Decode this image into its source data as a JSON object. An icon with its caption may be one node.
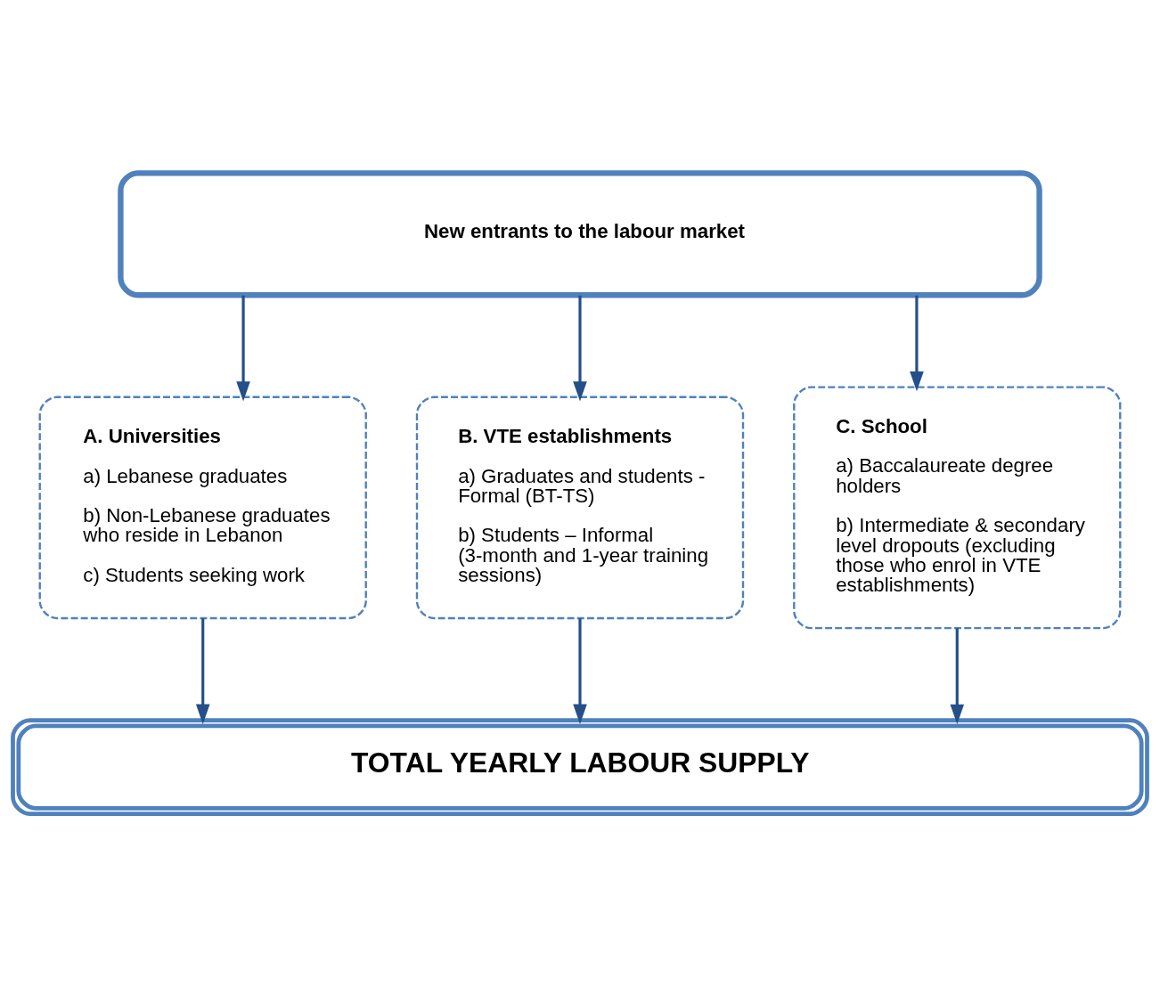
{
  "diagram": {
    "nodes": [
      {
        "text": [
          "New entrants to the labour market"
        ]
      },
      {
        "text": [
          "A. Universities",
          "a) Lebanese graduates",
          "b) Non-Lebanese graduates who reside in Lebanon",
          "c) Students seeking work"
        ]
      },
      {
        "text": [
          "B. VTE establishments",
          "a) Graduates and students - Formal (BT-TS)",
          "b) Students – Informal (3-month and 1-year training sessions)"
        ]
      },
      {
        "text": [
          "C. School",
          "a) Baccalaureate degree holders",
          "b) Intermediate & secondary level dropouts (excluding those who enrol in VTE establishments)"
        ]
      },
      {
        "text": [
          "TOTAL YEARLY LABOUR SUPPLY"
        ]
      }
    ],
    "edges": [
      {
        "from": 0,
        "to": 1,
        "arrow": "to"
      },
      {
        "from": 0,
        "to": 2,
        "arrow": "to"
      },
      {
        "from": 0,
        "to": 3,
        "arrow": "to"
      },
      {
        "from": 1,
        "to": 4,
        "arrow": "to"
      },
      {
        "from": 2,
        "to": 4,
        "arrow": "to"
      },
      {
        "from": 3,
        "to": 4,
        "arrow": "to"
      }
    ]
  }
}
